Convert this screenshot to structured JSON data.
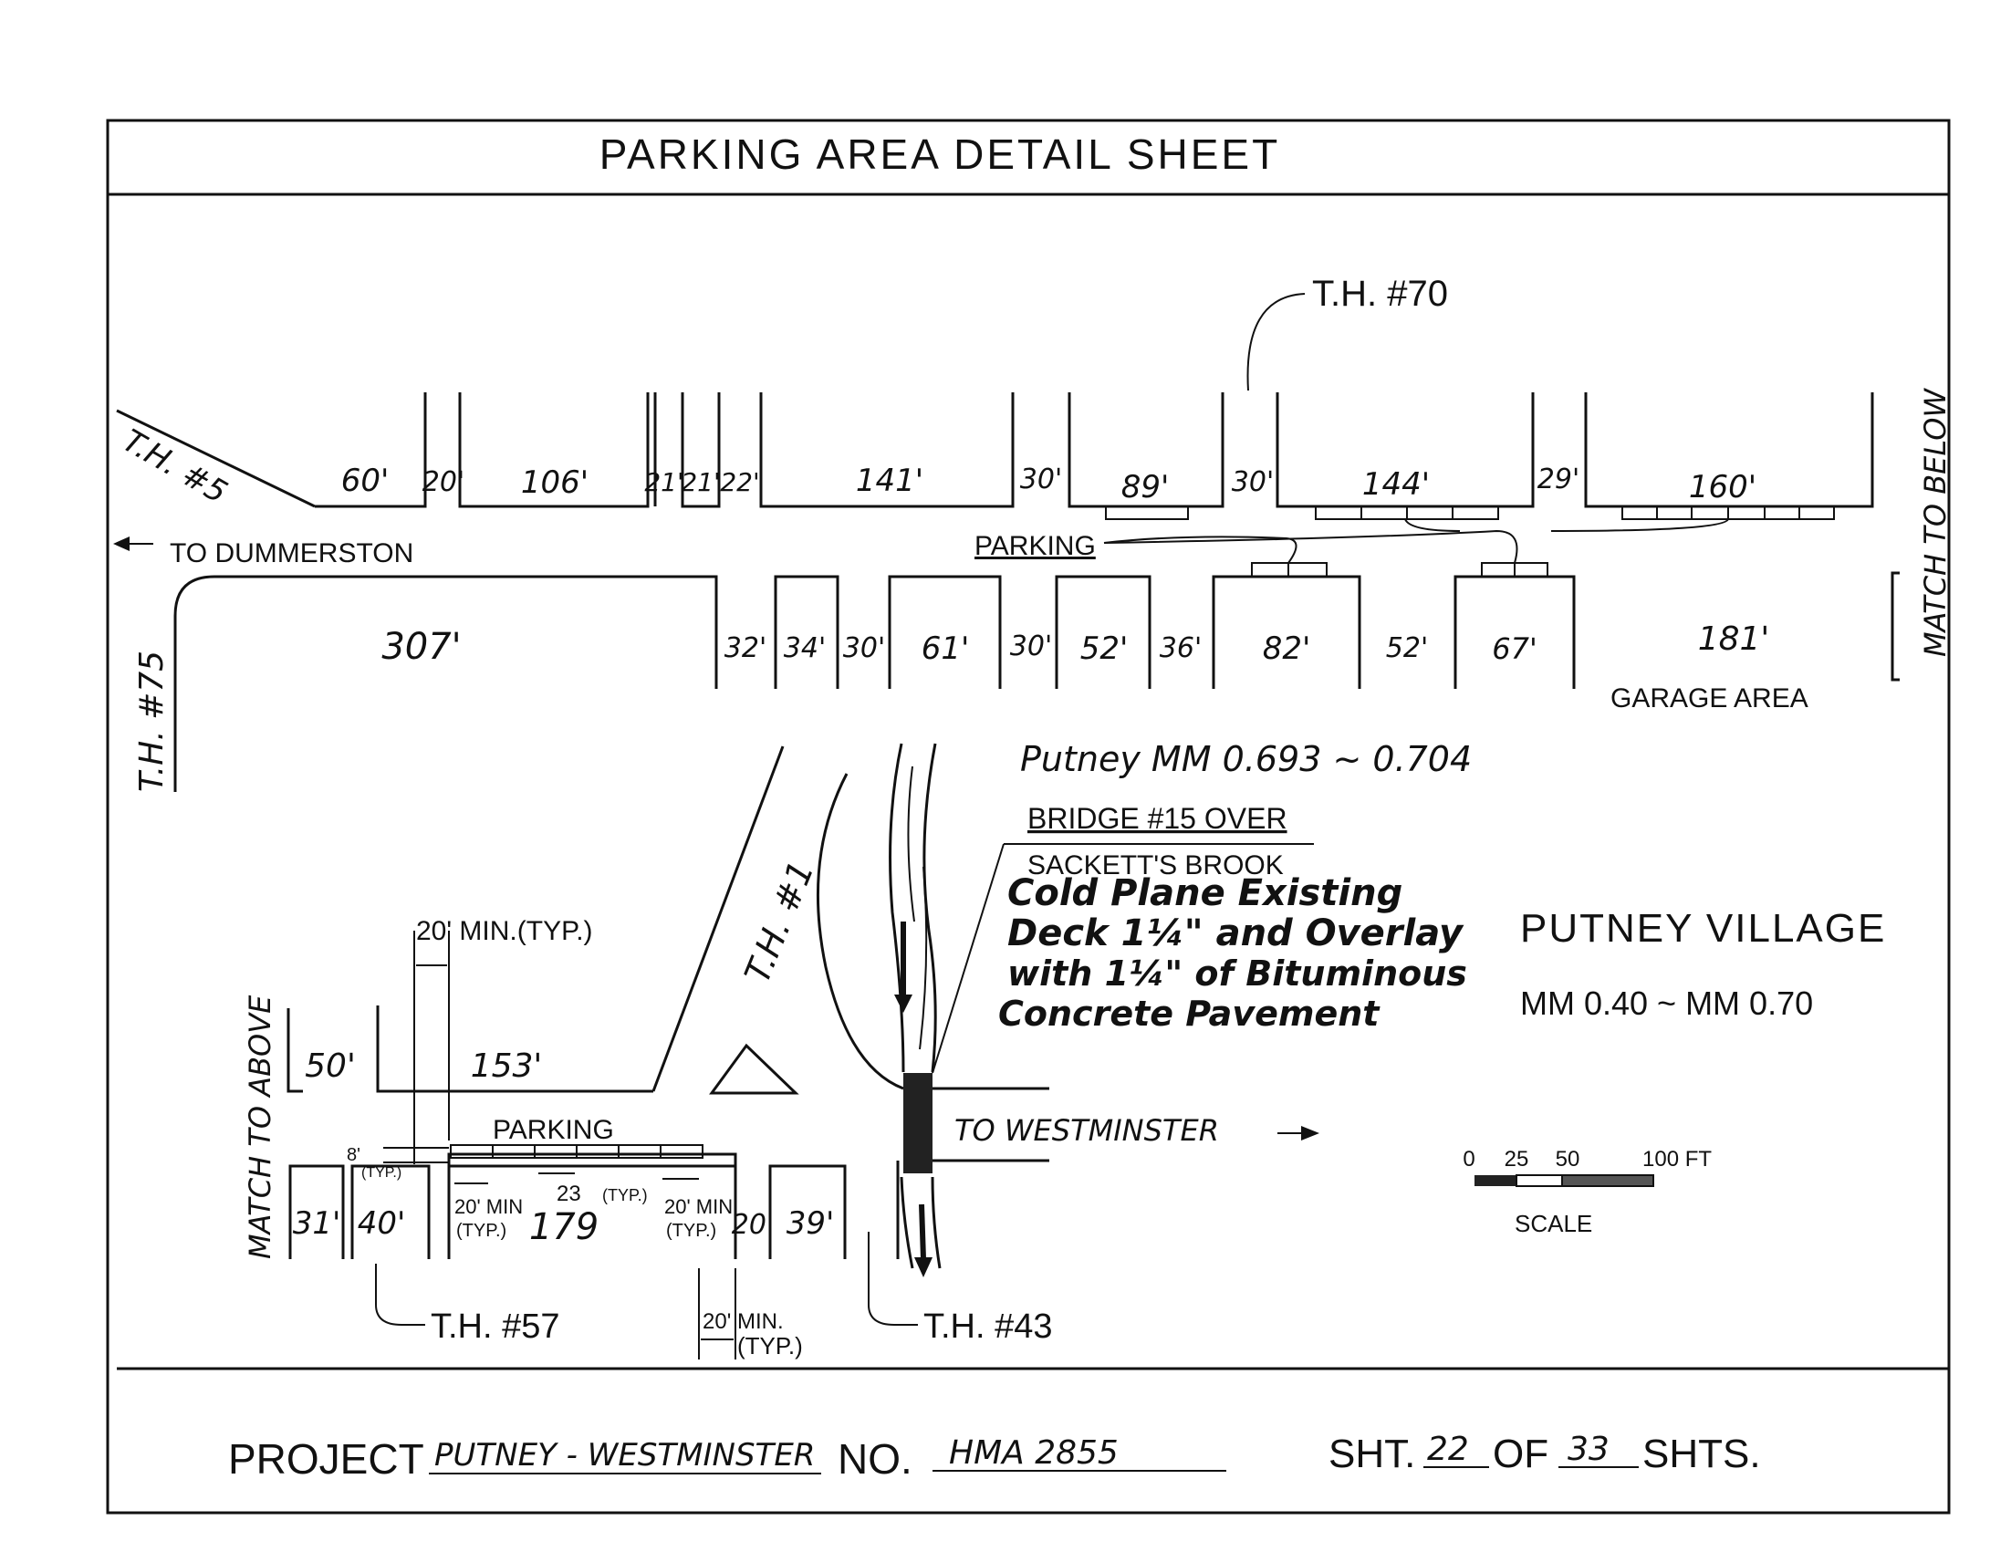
{
  "header": {
    "title": "PARKING AREA DETAIL SHEET"
  },
  "top_row": {
    "upper_segments": [
      "60'",
      "20'",
      "106'",
      "21'",
      "21'",
      "22'",
      "141'",
      "30'",
      "89'",
      "30'",
      "144'",
      "29'",
      "160'"
    ],
    "lower_segments": [
      "307'",
      "32'",
      "34'",
      "30'",
      "61'",
      "30'",
      "52'",
      "36'",
      "82'",
      "52'",
      "67'",
      "181'"
    ],
    "labels": {
      "th5": "T.H. #5",
      "th70": "T.H. #70",
      "th75": "T.H. #75",
      "to_dummerston": "TO DUMMERSTON",
      "parking": "PARKING",
      "garage_area": "GARAGE AREA",
      "match_to_below": "MATCH TO BELOW"
    }
  },
  "bottom_row": {
    "segments": [
      "50'",
      "153'",
      "31'",
      "40'",
      "179",
      "20'",
      "39'"
    ],
    "labels": {
      "match_to_above": "MATCH TO ABOVE",
      "th1": "T.H. #1",
      "th57": "T.H. #57",
      "th43": "T.H. #43",
      "to_westminster": "TO WESTMINSTER",
      "parking": "PARKING",
      "min_typ_top": "20' MIN.(TYP.)",
      "min_typ_bottom_num": "20'",
      "min_typ_bottom": "MIN.",
      "min_typ_bottom2": "(TYP.)",
      "eight_typ": "8'",
      "eight_typ2": "(TYP.)",
      "min_left_1": "20' MIN",
      "min_left_2": "(TYP.)",
      "twenty_three": "23",
      "twenty_three_typ": "(TYP.)",
      "min_right_1": "20' MIN",
      "min_right_2": "(TYP.)"
    }
  },
  "notes": {
    "mm_range": "Putney MM 0.693 ~ 0.704",
    "bridge_line1": "BRIDGE #15 OVER",
    "bridge_line2": "SACKETT'S BROOK",
    "work_line1": "Cold Plane Existing",
    "work_line2": "Deck 1¼\" and Overlay",
    "work_line3": "with 1¼\" of Bituminous",
    "work_line4": "Concrete Pavement",
    "village": "PUTNEY VILLAGE",
    "village_mm": "MM 0.40 ~ MM 0.70"
  },
  "scale_bar": {
    "ticks": [
      "0",
      "25",
      "50",
      "100 FT"
    ],
    "label": "SCALE"
  },
  "footer": {
    "project_label": "PROJECT",
    "project_value": "PUTNEY - WESTMINSTER",
    "no_label": "NO.",
    "no_value": "HMA 2855",
    "sht_label": "SHT.",
    "sht_value": "22",
    "of_label": "OF",
    "of_value": "33",
    "shts_label": "SHTS."
  }
}
